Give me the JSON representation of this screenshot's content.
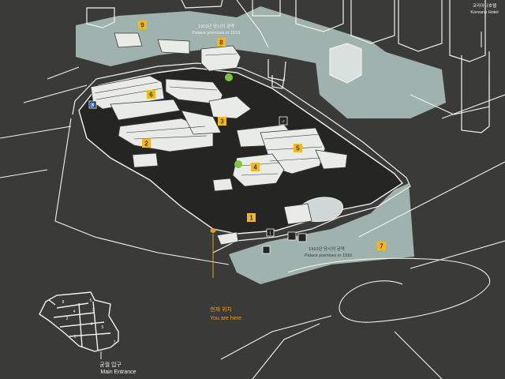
{
  "colors": {
    "board": "#3a3a39",
    "palace_ground": "#252624",
    "teal_area": "#9fb2ae",
    "line": "#f2f2ec",
    "marker_yellow": "#f3b62b",
    "marker_text": "#3a3a39",
    "green_marker": "#7fc241",
    "here_orange": "#e89a2c"
  },
  "labels": {
    "hotel_kr": "코리아나호텔",
    "hotel_en": "Koreana Hotel",
    "premises_top_kr": "1910년 당시의 궁역",
    "premises_top_en": "Palace premises in 1910",
    "premises_bottom_kr": "1910년 당시의 궁역",
    "premises_bottom_en": "Palace premises in 1910",
    "you_are_here_kr": "현재 위치",
    "you_are_here_en": "You are here",
    "main_entrance_kr": "궁궐 입구",
    "main_entrance_en": "Main Entrance"
  },
  "markers": [
    {
      "id": "1",
      "label": "1"
    },
    {
      "id": "2",
      "label": "2"
    },
    {
      "id": "3",
      "label": "3"
    },
    {
      "id": "4",
      "label": "4"
    },
    {
      "id": "5",
      "label": "5"
    },
    {
      "id": "6",
      "label": "6"
    },
    {
      "id": "7",
      "label": "7"
    },
    {
      "id": "8",
      "label": "8"
    },
    {
      "id": "9",
      "label": "9"
    }
  ],
  "legend_numbers": [
    "1",
    "2",
    "3",
    "4",
    "5",
    "6",
    "7",
    "8",
    "9"
  ]
}
